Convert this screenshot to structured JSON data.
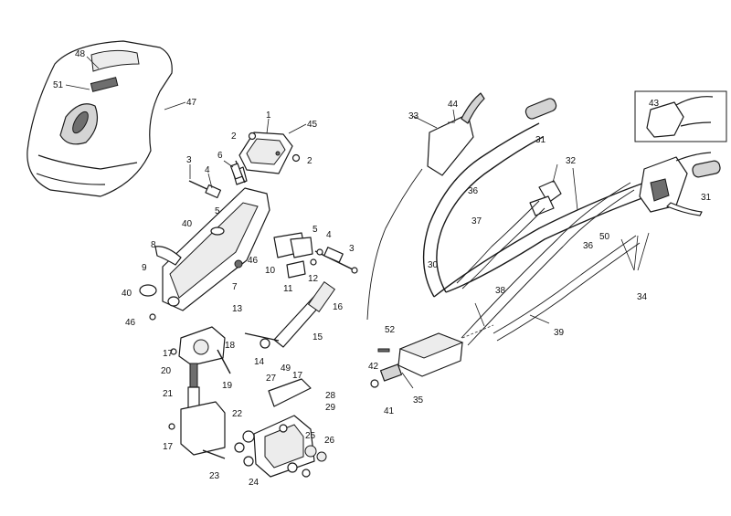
{
  "callouts": [
    {
      "id": "c48",
      "text": "48"
    },
    {
      "id": "c51",
      "text": "51"
    },
    {
      "id": "c47",
      "text": "47"
    },
    {
      "id": "c1",
      "text": "1"
    },
    {
      "id": "c45",
      "text": "45"
    },
    {
      "id": "c2a",
      "text": "2"
    },
    {
      "id": "c2b",
      "text": "2"
    },
    {
      "id": "c3a",
      "text": "3"
    },
    {
      "id": "c6",
      "text": "6"
    },
    {
      "id": "c4a",
      "text": "4"
    },
    {
      "id": "c5a",
      "text": "5"
    },
    {
      "id": "c40a",
      "text": "40"
    },
    {
      "id": "c5b",
      "text": "5"
    },
    {
      "id": "c4b",
      "text": "4"
    },
    {
      "id": "c3b",
      "text": "3"
    },
    {
      "id": "c8",
      "text": "8"
    },
    {
      "id": "c46a",
      "text": "46"
    },
    {
      "id": "c10",
      "text": "10"
    },
    {
      "id": "c9",
      "text": "9"
    },
    {
      "id": "c12",
      "text": "12"
    },
    {
      "id": "c11",
      "text": "11"
    },
    {
      "id": "c7",
      "text": "7"
    },
    {
      "id": "c40b",
      "text": "40"
    },
    {
      "id": "c16",
      "text": "16"
    },
    {
      "id": "c46b",
      "text": "46"
    },
    {
      "id": "c13",
      "text": "13"
    },
    {
      "id": "c15",
      "text": "15"
    },
    {
      "id": "c17a",
      "text": "17"
    },
    {
      "id": "c18",
      "text": "18"
    },
    {
      "id": "c14",
      "text": "14"
    },
    {
      "id": "c20",
      "text": "20"
    },
    {
      "id": "c19",
      "text": "19"
    },
    {
      "id": "c49",
      "text": "49"
    },
    {
      "id": "c17b",
      "text": "17"
    },
    {
      "id": "c27",
      "text": "27"
    },
    {
      "id": "c21",
      "text": "21"
    },
    {
      "id": "c28",
      "text": "28"
    },
    {
      "id": "c29",
      "text": "29"
    },
    {
      "id": "c22",
      "text": "22"
    },
    {
      "id": "c17c",
      "text": "17"
    },
    {
      "id": "c25",
      "text": "25"
    },
    {
      "id": "c26",
      "text": "26"
    },
    {
      "id": "c23",
      "text": "23"
    },
    {
      "id": "c24",
      "text": "24"
    },
    {
      "id": "c44",
      "text": "44"
    },
    {
      "id": "c33",
      "text": "33"
    },
    {
      "id": "c31a",
      "text": "31"
    },
    {
      "id": "c36a",
      "text": "36"
    },
    {
      "id": "c43",
      "text": "43"
    },
    {
      "id": "c32",
      "text": "32"
    },
    {
      "id": "c31b",
      "text": "31"
    },
    {
      "id": "c37",
      "text": "37"
    },
    {
      "id": "c36b",
      "text": "36"
    },
    {
      "id": "c50",
      "text": "50"
    },
    {
      "id": "c30",
      "text": "30"
    },
    {
      "id": "c34",
      "text": "34"
    },
    {
      "id": "c38",
      "text": "38"
    },
    {
      "id": "c39",
      "text": "39"
    },
    {
      "id": "c52",
      "text": "52"
    },
    {
      "id": "c42",
      "text": "42"
    },
    {
      "id": "c35",
      "text": "35"
    },
    {
      "id": "c41",
      "text": "41"
    }
  ]
}
